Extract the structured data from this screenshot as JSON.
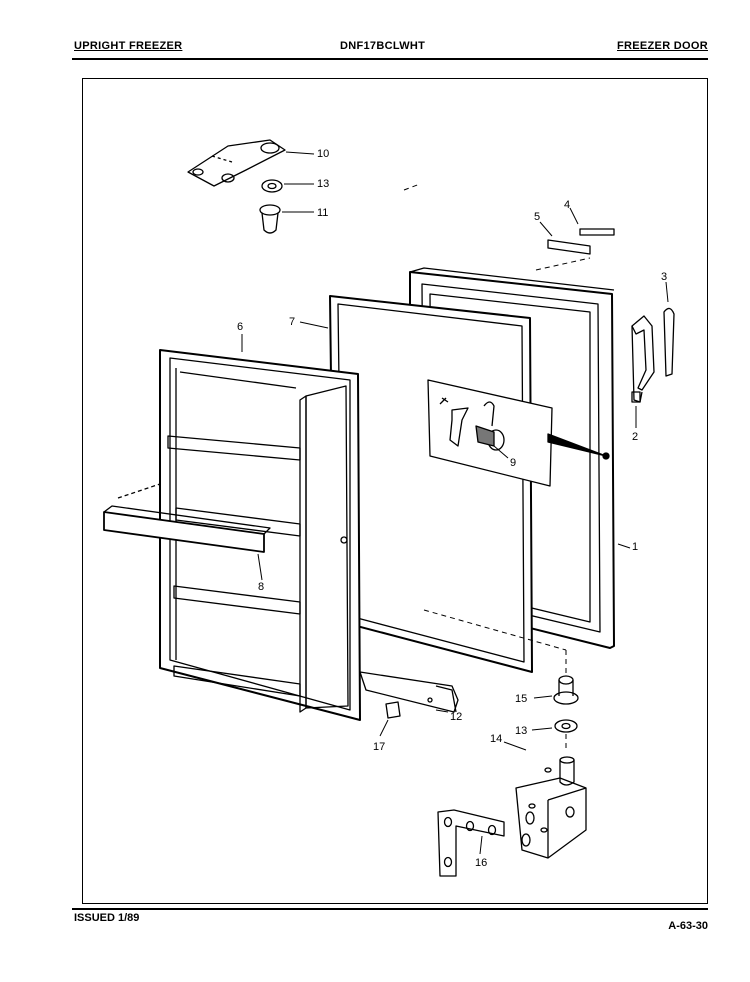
{
  "header": {
    "left": "UPRIGHT FREEZER",
    "center": "DNF17BCLWHT",
    "right": "FREEZER DOOR"
  },
  "footer": {
    "issued": "ISSUED 1/89",
    "page_code": "A-63-30"
  },
  "callouts": {
    "c1": "1",
    "c2": "2",
    "c3": "3",
    "c4": "4",
    "c5": "5",
    "c6": "6",
    "c7": "7",
    "c8": "8",
    "c9": "9",
    "c10": "10",
    "c11": "11",
    "c12": "12",
    "c13a": "13",
    "c13b": "13",
    "c14": "14",
    "c15": "15",
    "c16": "16",
    "c17": "17"
  }
}
